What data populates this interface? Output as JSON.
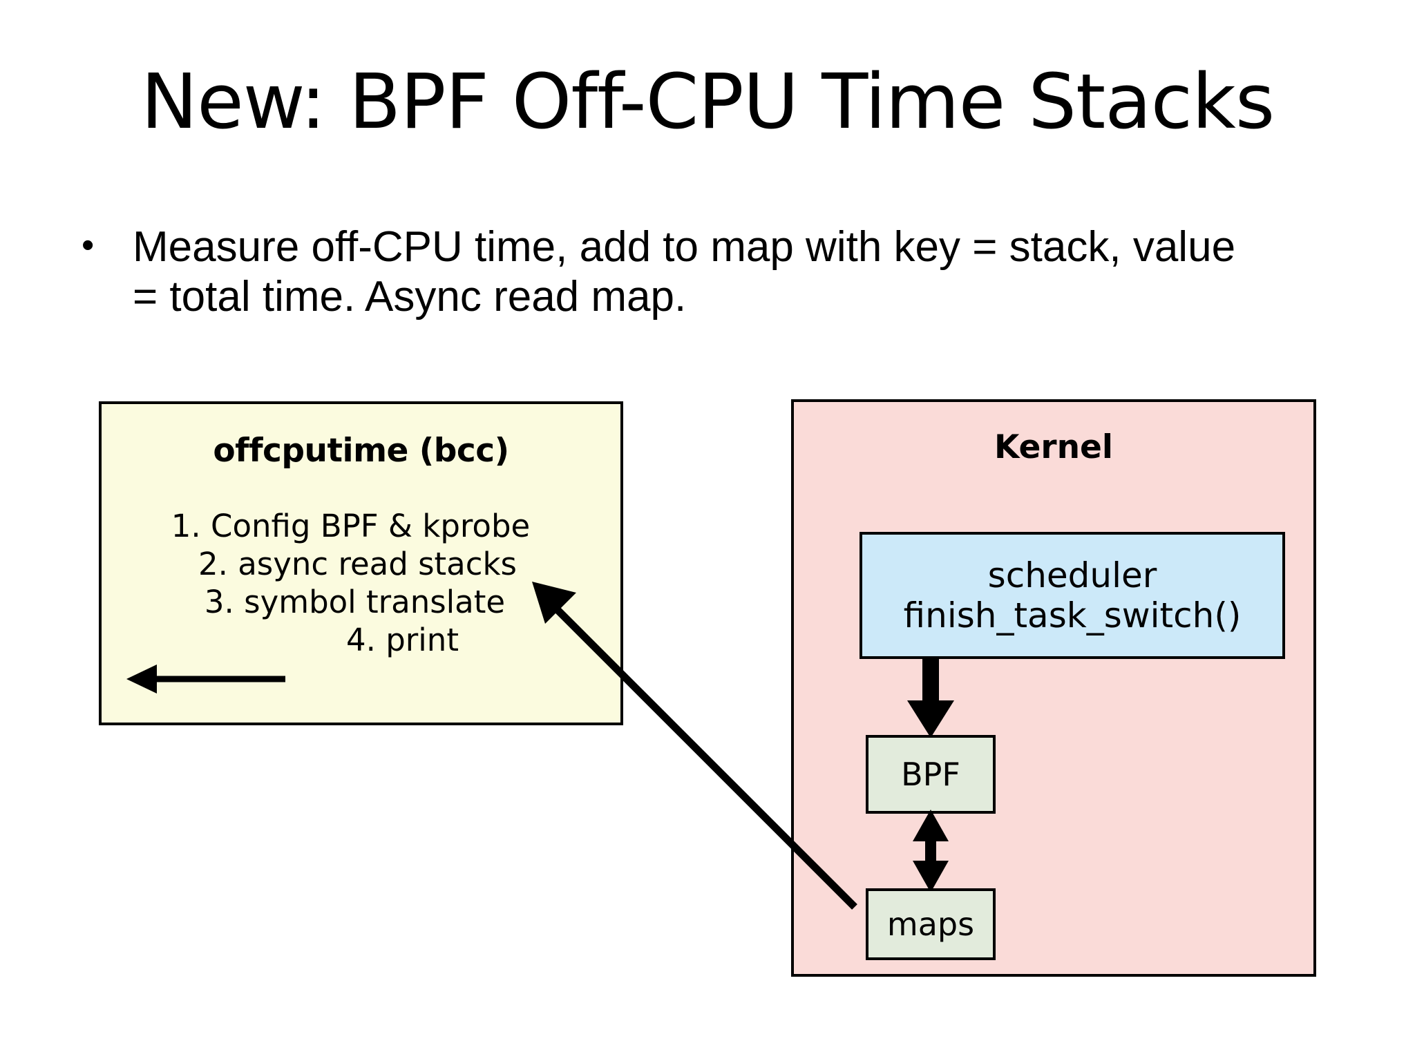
{
  "slide": {
    "title": "New: BPF Off-CPU Time Stacks",
    "background_color": "#ffffff",
    "bullets": [
      {
        "marker": "•",
        "text": "Measure off-CPU time, add to map with key = stack, value = total time. Async read map."
      }
    ]
  },
  "diagram": {
    "userspace_panel": {
      "title": "offcputime (bcc)",
      "fill_color": "#FBFBDF",
      "border_color": "#000000",
      "steps": [
        "1. Config BPF & kprobe",
        "2. async read stacks",
        "3. symbol translate",
        "4. print"
      ],
      "print_arrow": {
        "name": "print-output-arrow",
        "direction": "left"
      }
    },
    "kernel_panel": {
      "title": "Kernel",
      "fill_color": "#FADBD8",
      "border_color": "#000000",
      "boxes": [
        {
          "id": "scheduler",
          "lines": [
            "scheduler",
            "finish_task_switch()"
          ],
          "fill_color": "#CCE9F9"
        },
        {
          "id": "bpf",
          "label": "BPF",
          "fill_color": "#E2EBDC"
        },
        {
          "id": "maps",
          "label": "maps",
          "fill_color": "#E2EBDC"
        }
      ],
      "connectors": [
        {
          "id": "scheduler-to-bpf",
          "from": "scheduler",
          "to": "bpf",
          "direction": "down",
          "style": "thick-solid"
        },
        {
          "id": "bpf-to-maps",
          "from": "bpf",
          "to": "maps",
          "direction": "bidirectional",
          "style": "thick-solid"
        }
      ]
    },
    "cross_connector": {
      "id": "maps-to-async-read",
      "from": "maps",
      "to": "2. async read stacks",
      "direction": "up-left",
      "style": "solid"
    }
  }
}
